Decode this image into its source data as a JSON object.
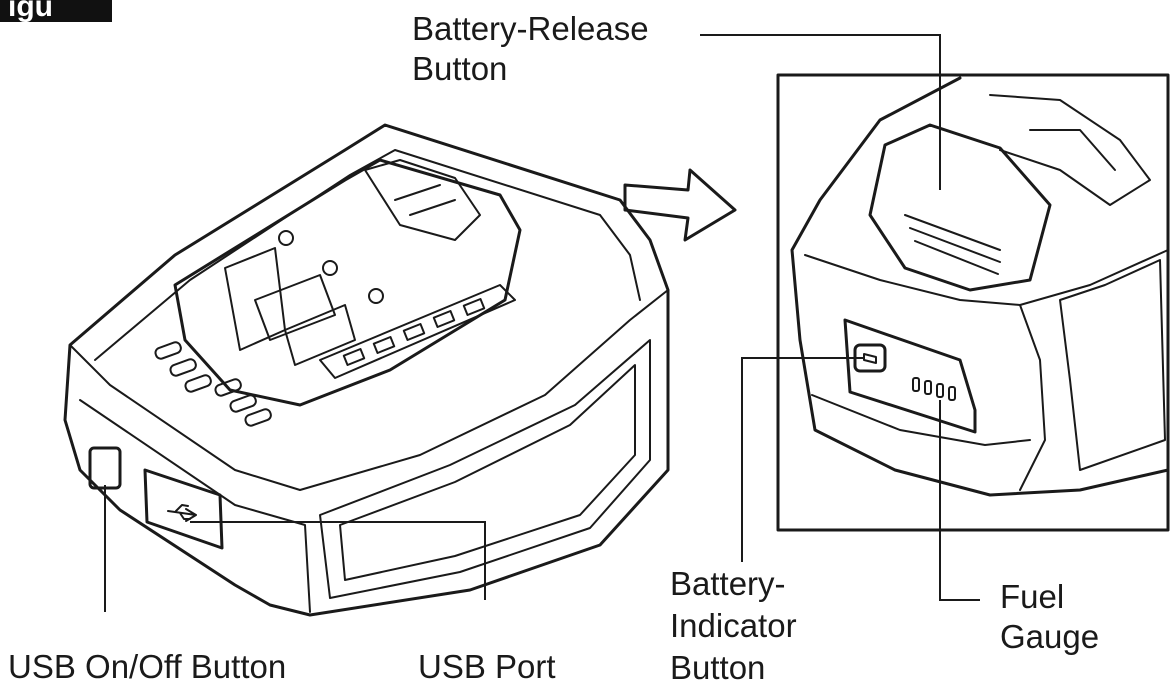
{
  "figure": {
    "tab_text": "igu",
    "labels": {
      "battery_release": [
        "Battery-Release",
        "Button"
      ],
      "usb_on_off": "USB On/Off Button",
      "usb_port": "USB Port",
      "battery_indicator": [
        "Battery-",
        "Indicator",
        "Button"
      ],
      "fuel_gauge": [
        "Fuel",
        "Gauge"
      ]
    },
    "icons": [
      "usb-icon",
      "arrow-right-icon",
      "power-icon"
    ],
    "colors": {
      "ink": "#1a1a1a",
      "background": "#ffffff",
      "tab": "#111111"
    }
  }
}
